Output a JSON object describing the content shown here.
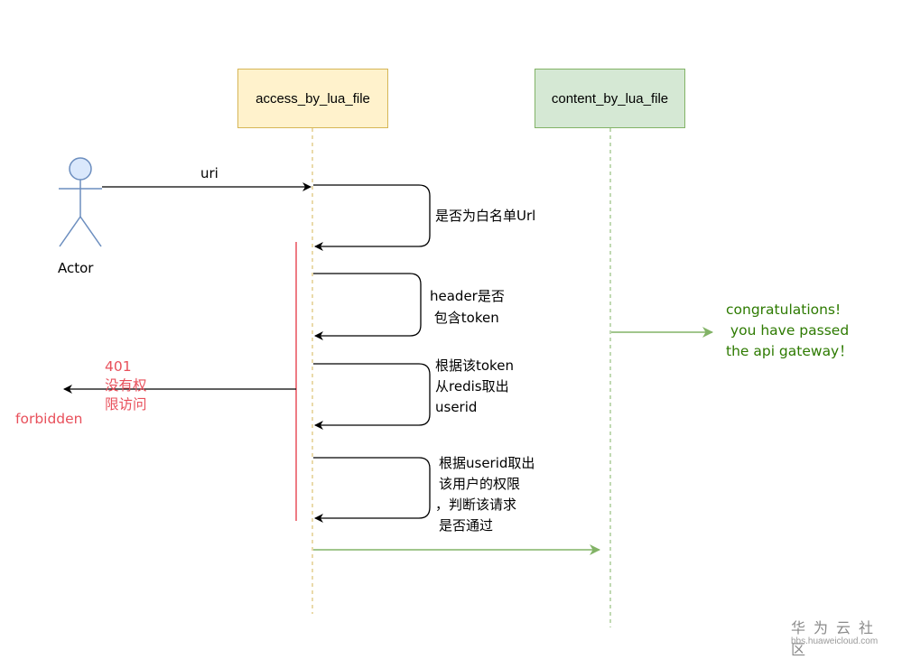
{
  "participants": {
    "access": "access_by_lua_file",
    "content": "content_by_lua_file"
  },
  "actor": {
    "label": "Actor"
  },
  "messages": {
    "uri": "uri",
    "whitelist": "是否为白名单Url",
    "header_line1": "header是否",
    "header_line2": " 包含token",
    "redis_line1": "根据该token",
    "redis_line2": "从redis取出",
    "redis_line3": "userid",
    "perm_line1": "根据userid取出",
    "perm_line2": "该用户的权限",
    "perm_line3": "，判断该请求",
    "perm_line4": "是否通过"
  },
  "denied": {
    "code": "401",
    "line1": "没有权",
    "line2": "限访问",
    "forbidden": "forbidden"
  },
  "success": {
    "line1": "congratulations!",
    "line2": " you have passed",
    "line3": "the api gateway！"
  },
  "watermark": {
    "title": "华为云社区",
    "url": "bbs.huaweicloud.com"
  },
  "colors": {
    "access_fill": "#fff2cc",
    "access_stroke": "#d6b656",
    "content_fill": "#d5e8d4",
    "content_stroke": "#82b366",
    "actor_fill": "#dae8fc",
    "actor_stroke": "#6c8ebf",
    "deny": "#e8505b",
    "success": "#2d7a00"
  }
}
